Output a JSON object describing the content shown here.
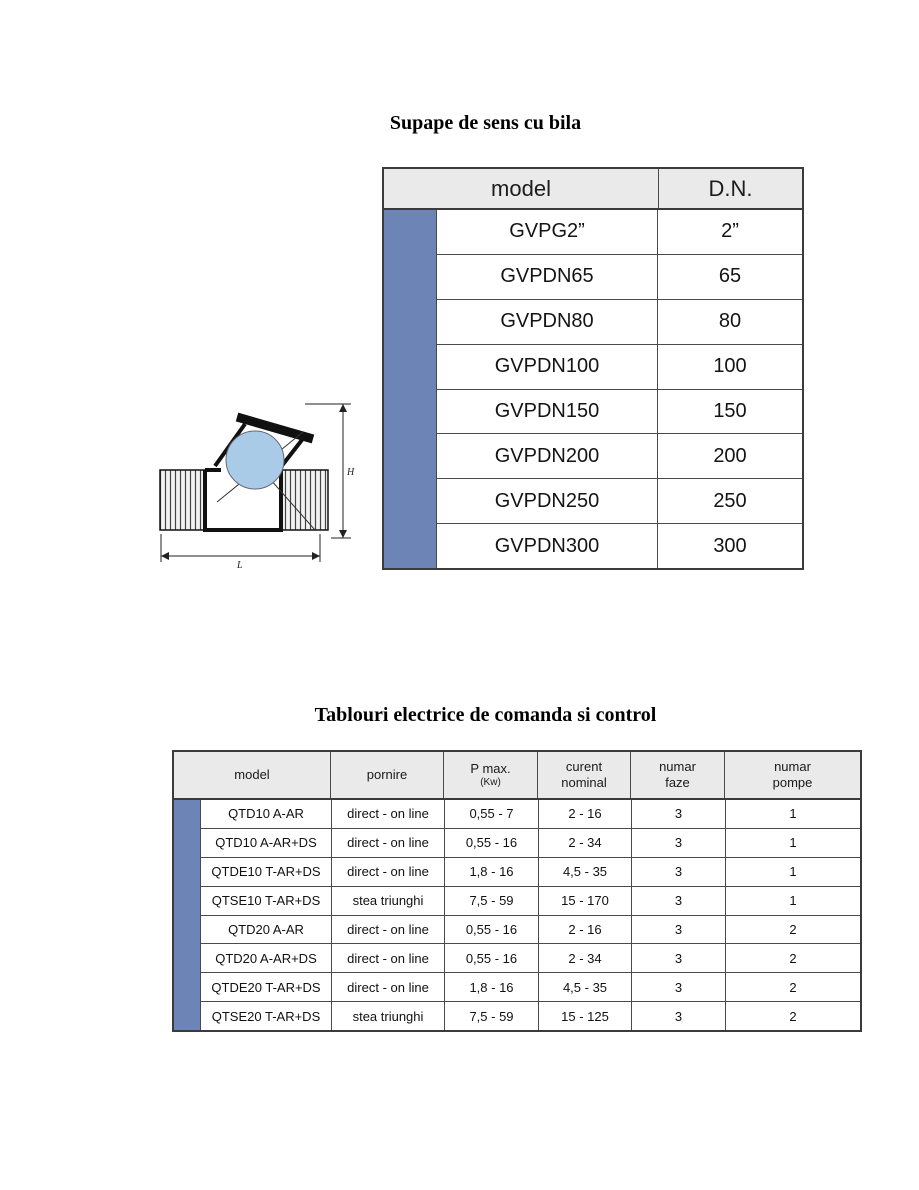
{
  "page": {
    "section1_title": "Supape de sens cu bila",
    "section2_title": "Tablouri electrice de comanda si control"
  },
  "valve_table": {
    "headers": {
      "model": "model",
      "dn": "D.N."
    },
    "rows": [
      {
        "model": "GVPG2”",
        "dn": "2”"
      },
      {
        "model": "GVPDN65",
        "dn": "65"
      },
      {
        "model": "GVPDN80",
        "dn": "80"
      },
      {
        "model": "GVPDN100",
        "dn": "100"
      },
      {
        "model": "GVPDN150",
        "dn": "150"
      },
      {
        "model": "GVPDN200",
        "dn": "200"
      },
      {
        "model": "GVPDN250",
        "dn": "250"
      },
      {
        "model": "GVPDN300",
        "dn": "300"
      }
    ]
  },
  "diagram": {
    "labels": {
      "height": "H",
      "length": "L"
    }
  },
  "panel_table": {
    "headers": {
      "model": "model",
      "pornire": "pornire",
      "pmax_line1": "P max.",
      "pmax_line2": "(Kw)",
      "curent_line1": "curent",
      "curent_line2": "nominal",
      "faze_line1": "numar",
      "faze_line2": "faze",
      "pompe_line1": "numar",
      "pompe_line2": "pompe"
    },
    "rows": [
      {
        "model": "QTD10  A-AR",
        "pornire": "direct - on line",
        "pmax": "0,55 - 7",
        "curent": "2 - 16",
        "faze": "3",
        "pompe": "1"
      },
      {
        "model": "QTD10  A-AR+DS",
        "pornire": "direct - on line",
        "pmax": "0,55 - 16",
        "curent": "2 - 34",
        "faze": "3",
        "pompe": "1"
      },
      {
        "model": "QTDE10  T-AR+DS",
        "pornire": "direct - on line",
        "pmax": "1,8 - 16",
        "curent": "4,5 - 35",
        "faze": "3",
        "pompe": "1"
      },
      {
        "model": "QTSE10  T-AR+DS",
        "pornire": "stea triunghi",
        "pmax": "7,5 - 59",
        "curent": "15 - 170",
        "faze": "3",
        "pompe": "1"
      },
      {
        "model": "QTD20  A-AR",
        "pornire": "direct - on line",
        "pmax": "0,55 - 16",
        "curent": "2 - 16",
        "faze": "3",
        "pompe": "2"
      },
      {
        "model": "QTD20  A-AR+DS",
        "pornire": "direct - on line",
        "pmax": "0,55 - 16",
        "curent": "2 - 34",
        "faze": "3",
        "pompe": "2"
      },
      {
        "model": "QTDE20  T-AR+DS",
        "pornire": "direct - on line",
        "pmax": "1,8 - 16",
        "curent": "4,5 - 35",
        "faze": "3",
        "pompe": "2"
      },
      {
        "model": "QTSE20  T-AR+DS",
        "pornire": "stea triunghi",
        "pmax": "7,5 - 59",
        "curent": "15 - 125",
        "faze": "3",
        "pompe": "2"
      }
    ]
  },
  "colors": {
    "accent_blue": "#6d84b6",
    "header_gray": "#eaeaea",
    "ball_blue": "#a9cbe7",
    "border_dark": "#3b3b3b"
  }
}
